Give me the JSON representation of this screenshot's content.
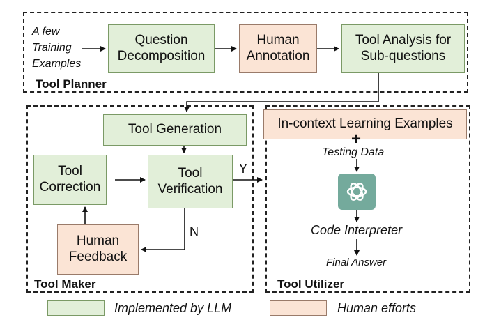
{
  "planner": {
    "title": "Tool Planner",
    "input": "A few\nTraining\nExamples",
    "step1": "Question\nDecomposition",
    "step2": "Human\nAnnotation",
    "step3": "Tool Analysis for\nSub-questions"
  },
  "maker": {
    "title": "Tool Maker",
    "generation": "Tool Generation",
    "correction": "Tool\nCorrection",
    "verification": "Tool\nVerification",
    "feedback": "Human\nFeedback",
    "yes_label": "Y",
    "no_label": "N"
  },
  "utilizer": {
    "title": "Tool Utilizer",
    "examples": "In-context Learning Examples",
    "plus": "+",
    "testing": "Testing Data",
    "interpreter": "Code Interpreter",
    "answer": "Final Answer",
    "logo_icon": "openai-logo-icon"
  },
  "legend": {
    "llm_label": "Implemented by LLM",
    "human_label": "Human efforts",
    "llm_color": "#e2efd9",
    "human_color": "#fbe4d5"
  }
}
